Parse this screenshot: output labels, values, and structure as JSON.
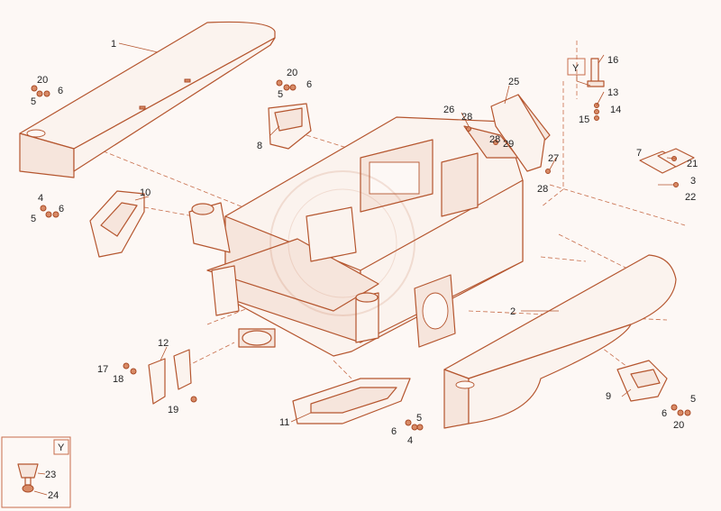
{
  "callouts": [
    "1",
    "2",
    "3",
    "4",
    "5",
    "6",
    "7",
    "8",
    "9",
    "10",
    "11",
    "12",
    "13",
    "14",
    "15",
    "16",
    "17",
    "18",
    "19",
    "20",
    "21",
    "22",
    "23",
    "24",
    "25",
    "26",
    "27",
    "28",
    "29"
  ],
  "variant_tag": "Y",
  "labels": {
    "p1": "1",
    "p2": "2",
    "p3": "3",
    "p4a": "4",
    "p4b": "4",
    "p5a": "5",
    "p5b": "5",
    "p5c": "5",
    "p5d": "5",
    "p5e": "5",
    "p6a": "6",
    "p6b": "6",
    "p6c": "6",
    "p6d": "6",
    "p6e": "6",
    "p7": "7",
    "p8": "8",
    "p9": "9",
    "p10": "10",
    "p11": "11",
    "p12": "12",
    "p13": "13",
    "p14": "14",
    "p15": "15",
    "p16": "16",
    "p17": "17",
    "p18": "18",
    "p19": "19",
    "p20a": "20",
    "p20b": "20",
    "p20c": "20",
    "p21": "21",
    "p22": "22",
    "p23": "23",
    "p24": "24",
    "p25": "25",
    "p26": "26",
    "p27": "27",
    "p28a": "28",
    "p28b": "28",
    "p28c": "28",
    "p29": "29"
  },
  "colors": {
    "line": "#b5562f",
    "background": "#fdf8f5",
    "text": "#222222"
  }
}
